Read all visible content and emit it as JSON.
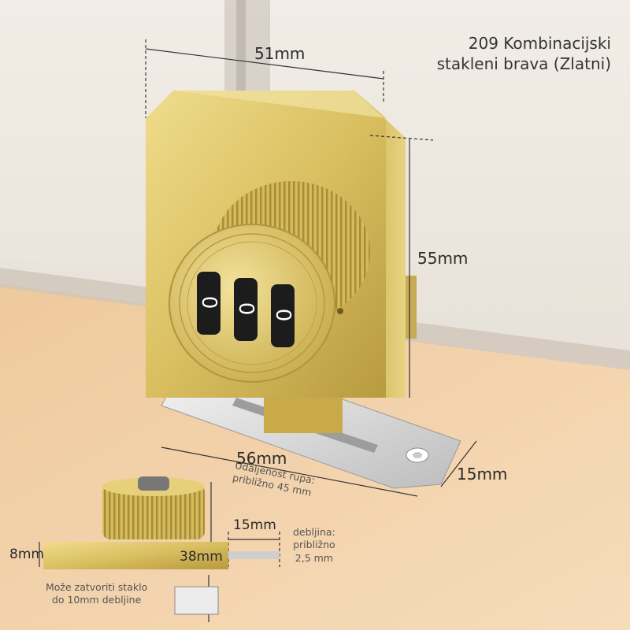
{
  "product": {
    "title_line1": "209 Kombinacijski",
    "title_line2": "stakleni brava (Zlatni)"
  },
  "colors": {
    "gold": "#d8c06a",
    "gold_dark": "#a88f3c",
    "steel": "#dcdcdc",
    "wood": "#f1d3ad",
    "wall": "#ede8e1"
  },
  "combination": {
    "digits": [
      "0",
      "0",
      "0"
    ]
  },
  "dimensions": {
    "width_top": "51mm",
    "height": "55mm",
    "plate_length": "56mm",
    "plate_width": "15mm",
    "hole_note_1": "Udaljenost rupa:",
    "hole_note_2": "približno 45 mm",
    "side_8": "8mm",
    "side_38": "38mm",
    "side_15": "15mm",
    "thickness_1": "debljina:",
    "thickness_2": "približno",
    "thickness_3": "2,5 mm",
    "glass_1": "Može zatvoriti staklo",
    "glass_2": "do 10mm debljine"
  }
}
